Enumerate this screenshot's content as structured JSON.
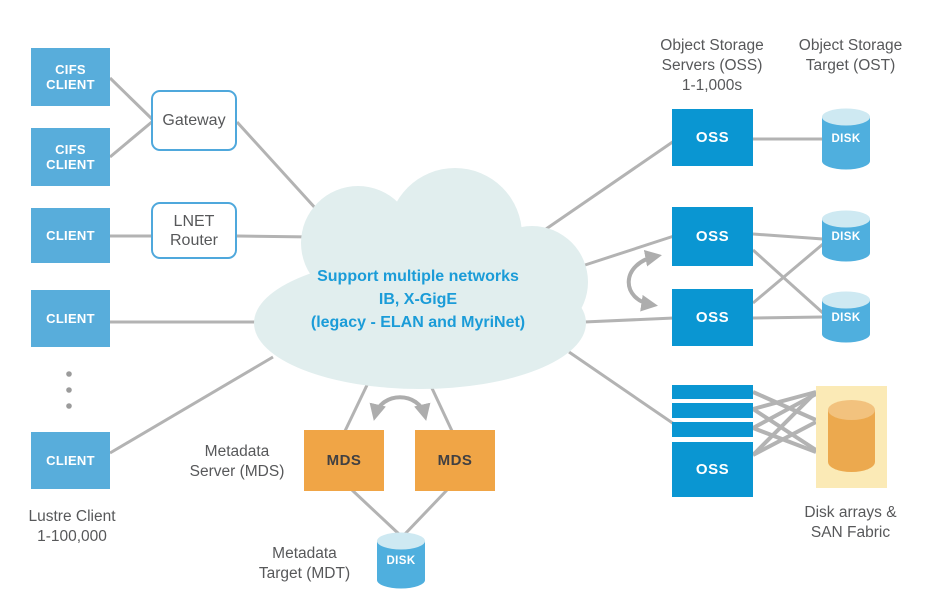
{
  "cloud": {
    "line1": "Support multiple networks",
    "line2": "IB, X-GigE",
    "line3": "(legacy - ELAN and MyriNet)"
  },
  "nodes": {
    "cifs_client_1": "CIFS\nCLIENT",
    "cifs_client_2": "CIFS\nCLIENT",
    "client_1": "CLIENT",
    "client_2": "CLIENT",
    "client_3": "CLIENT",
    "gateway": "Gateway",
    "lnet_router": "LNET\nRouter",
    "oss_top": "OSS",
    "oss_mid_1": "OSS",
    "oss_mid_2": "OSS",
    "oss_bottom": "OSS",
    "mds_1": "MDS",
    "mds_2": "MDS",
    "disk_ost_top": "DISK",
    "disk_ost_mid_1": "DISK",
    "disk_ost_mid_2": "DISK",
    "disk_mdt": "DISK"
  },
  "labels": {
    "oss_heading": "Object Storage\nServers (OSS)\n1-1,000s",
    "ost_heading": "Object Storage\nTarget (OST)",
    "lustre_client": "Lustre Client\n1-100,000",
    "mds": "Metadata\nServer (MDS)",
    "mdt": "Metadata\nTarget (MDT)",
    "san": "Disk arrays &\nSAN Fabric"
  },
  "colors": {
    "client_blue": "#58ADDB",
    "oss_blue": "#0A96D2",
    "disk_body_blue": "#4FAFDE",
    "disk_top_blue": "#CEE9F2",
    "mds_orange": "#F0A546",
    "san_background": "#FBEAB6",
    "san_cylinder": "#ECA94E",
    "san_cylinder_top": "#F2C27E",
    "connector_gray": "#B3B3B3",
    "cloud_fill": "#E1EEEE",
    "cloud_text_blue": "#1B9CD8",
    "label_gray": "#57585A",
    "router_border_blue": "#4FA8DC"
  }
}
